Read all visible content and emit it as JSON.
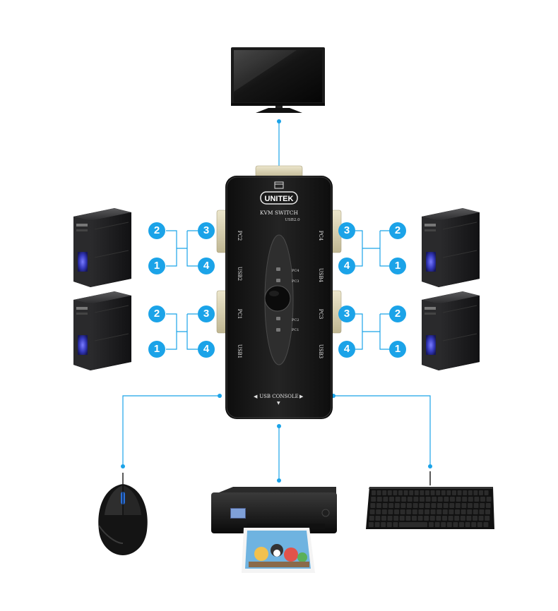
{
  "colors": {
    "accent": "#1ba3e8",
    "device_body": "#161616",
    "case_dark": "#1c1c1e",
    "vga_connector": "#d9d2b5"
  },
  "switch": {
    "brand": "UNITEK",
    "title": "KVM  SWITCH",
    "version": "USB2.0",
    "console_label": "USB CONSOLE",
    "port_labels": {
      "left_top": "PC2",
      "left_mid": "USB2",
      "left_low": "PC1",
      "left_bottom": "USB1",
      "right_top": "PC4",
      "right_mid": "USB4",
      "right_low": "PC3",
      "right_bottom": "USB3",
      "led_pc4": "PC4",
      "led_pc3": "PC3",
      "led_pc2": "PC2",
      "led_pc1": "PC1"
    }
  },
  "connections": {
    "left_top": {
      "outer_top": "2",
      "outer_bottom": "1",
      "inner_top": "3",
      "inner_bottom": "4"
    },
    "left_bottom": {
      "outer_top": "2",
      "outer_bottom": "1",
      "inner_top": "3",
      "inner_bottom": "4"
    },
    "right_top": {
      "outer_top": "2",
      "outer_bottom": "1",
      "inner_top": "3",
      "inner_bottom": "4"
    },
    "right_bottom": {
      "outer_top": "2",
      "outer_bottom": "1",
      "inner_top": "3",
      "inner_bottom": "4"
    }
  },
  "devices": {
    "monitor": "monitor-icon",
    "computers": [
      "computer-tower-icon",
      "computer-tower-icon",
      "computer-tower-icon",
      "computer-tower-icon"
    ],
    "mouse": "mouse-icon",
    "printer": "printer-icon",
    "keyboard": "keyboard-icon"
  }
}
